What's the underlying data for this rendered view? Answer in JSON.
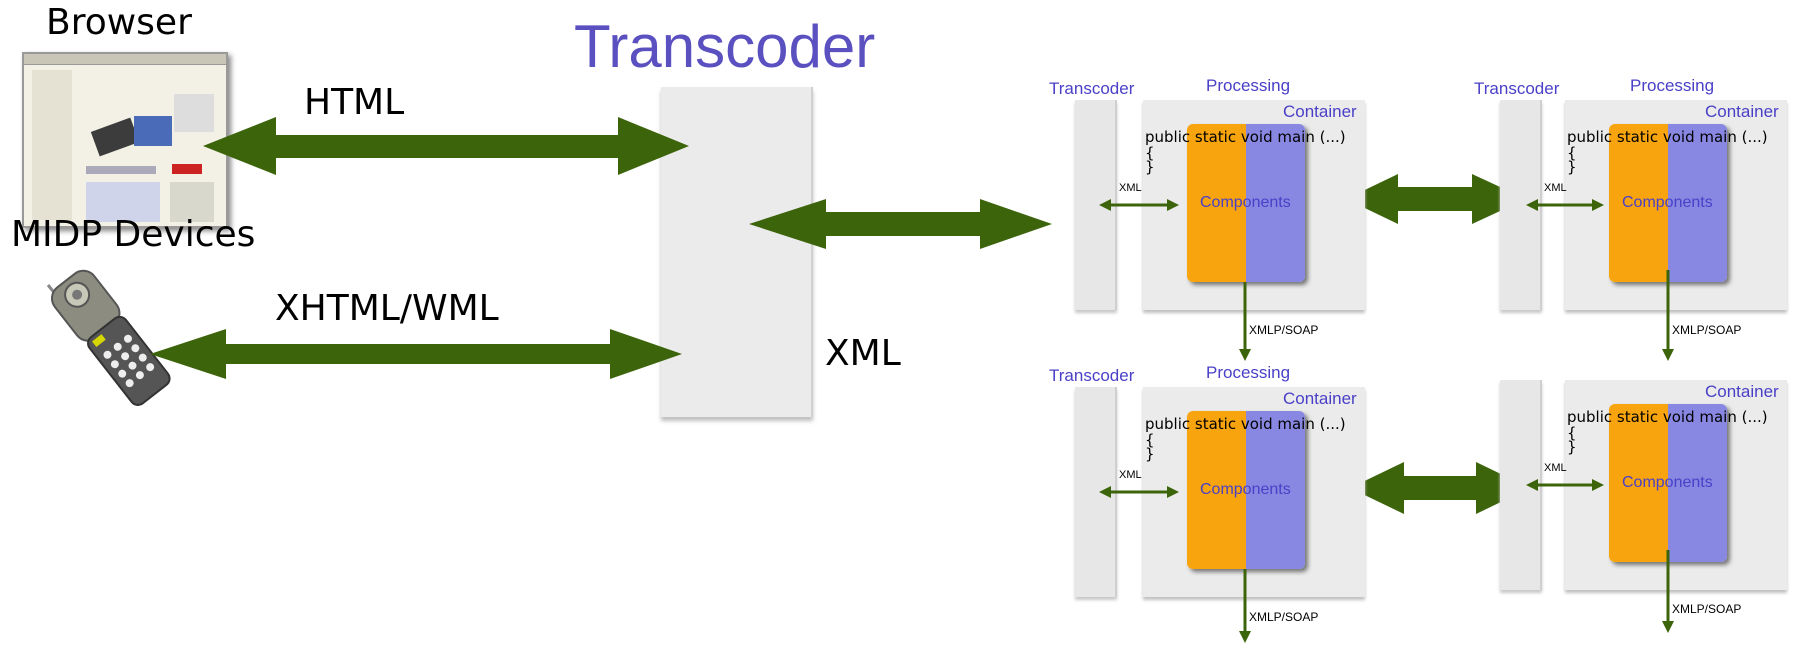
{
  "left": {
    "browser_label": "Browser",
    "midp_label": "MIDP Devices",
    "html_label": "HTML",
    "xhtml_label": "XHTML/WML"
  },
  "center": {
    "title": "Transcoder",
    "xml_label": "XML"
  },
  "panel_text": {
    "transcoder": "Transcoder",
    "processing": "Processing",
    "container": "Container",
    "code_line1": "public static void main (...)",
    "code_line2": "{",
    "code_line3": "}",
    "xml": "XML",
    "components": "Components",
    "xmlp_soap": "XMLP/SOAP"
  },
  "colors": {
    "arrow": "#3c640a",
    "title": "#5b50c0",
    "orange": "#f7a40e",
    "blue": "#8888e2"
  }
}
